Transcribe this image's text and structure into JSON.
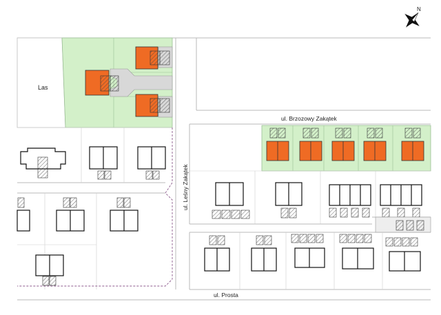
{
  "labels": {
    "forest": "Las",
    "street_north": "ul. Brzozowy Zakątek",
    "street_vertical": "ul. Leśny Zakątek",
    "street_south": "ul. Prosta",
    "compass_letter": "N"
  },
  "colors": {
    "green_plot": "#d3f0c9",
    "orange_house": "#ef6b24",
    "road_edge": "#b8b8b8",
    "boundary_dashed": "#8c5a8c",
    "building_outline": "#111111"
  },
  "icons": [
    "compass-icon"
  ]
}
